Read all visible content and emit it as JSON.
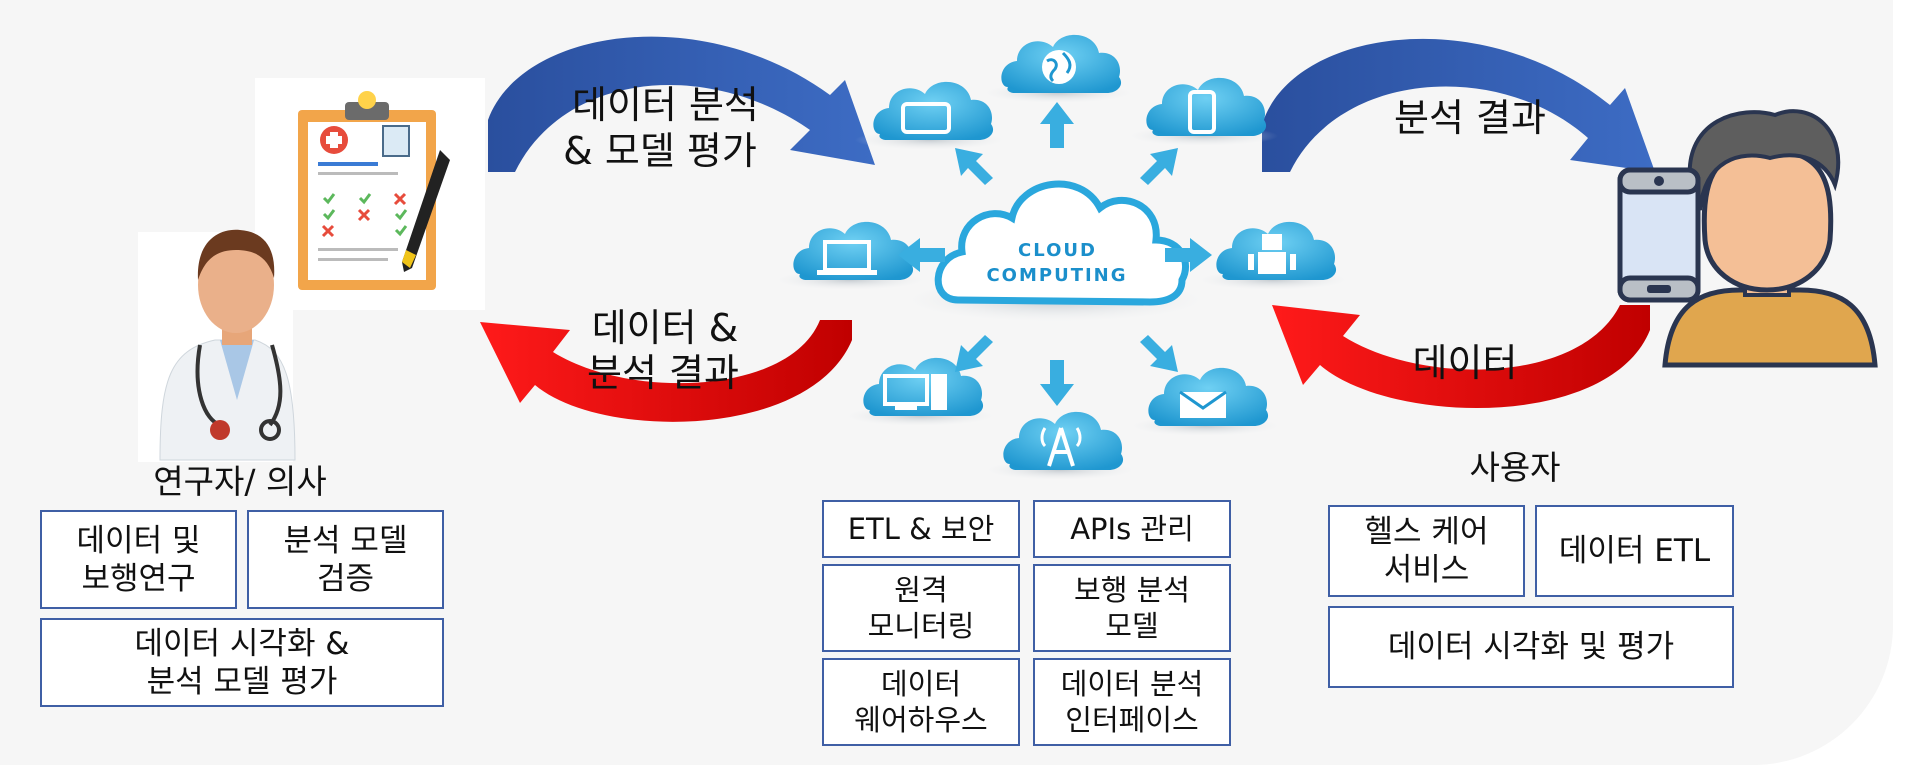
{
  "flows": {
    "top_left": [
      "데이터 분석",
      "& 모델 평가"
    ],
    "bottom_left": [
      "데이터 &",
      "분석 결과"
    ],
    "top_right": "분석 결과",
    "bottom_right": "데이터"
  },
  "cloud": {
    "line1": "CLOUD",
    "line2": "COMPUTING"
  },
  "researcher": {
    "label": "연구자/ 의사",
    "boxes": [
      "데이터 및\n보행연구",
      "분석 모델\n검증",
      "데이터 시각화 &\n분석 모델 평가"
    ]
  },
  "cloud_services": {
    "boxes": [
      "ETL & 보안",
      "APIs 관리",
      "원격\n모니터링",
      "보행 분석\n모델",
      "데이터\n웨어하우스",
      "데이터 분석\n인터페이스"
    ]
  },
  "user": {
    "label": "사용자",
    "boxes": [
      "헬스 케어\n서비스",
      "데이터 ETL",
      "데이터 시각화 및 평가"
    ]
  },
  "colors": {
    "blue_arrow": "#2f57a8",
    "red_arrow": "#e01010",
    "cloud_blue": "#2aa7dd",
    "box_border": "#3f5fa5"
  }
}
